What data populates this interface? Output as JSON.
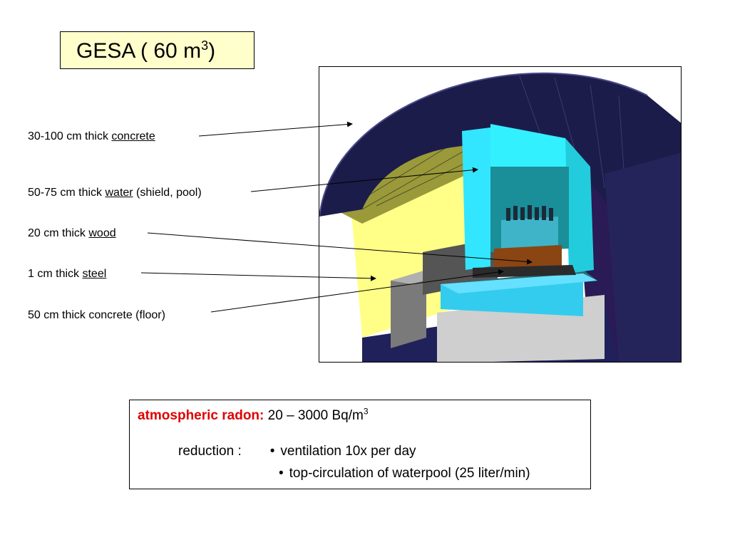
{
  "title": {
    "text": "GESA ( 60 m",
    "superscript": "3",
    "close": ")"
  },
  "labels": [
    {
      "prefix": "30-100 cm thick ",
      "underlined": "concrete",
      "suffix": ""
    },
    {
      "prefix": "50-75 cm thick ",
      "underlined": "water",
      "suffix": " (shield, pool)"
    },
    {
      "prefix": "20 cm thick ",
      "underlined": "wood",
      "suffix": ""
    },
    {
      "prefix": "1 cm thick ",
      "underlined": "steel",
      "suffix": ""
    },
    {
      "prefix": "50 cm thick concrete (floor)",
      "underlined": "",
      "suffix": ""
    }
  ],
  "radon": {
    "key": "atmospheric radon:",
    "value": " 20 – 3000 Bq/m",
    "value_sup": "3",
    "reduction_label": "reduction :",
    "bullet": "•",
    "item1": "ventilation 10x per day",
    "item2": "top-circulation of waterpool (25 liter/min)"
  },
  "colors": {
    "title_bg": "#ffffcc",
    "radon_key": "#e00000",
    "concrete_arch": "#1c1c4a",
    "water": "#33e6ff",
    "wood": "#8b4513",
    "steel": "#2e6e75",
    "wall_yellow": "#ffff88"
  }
}
